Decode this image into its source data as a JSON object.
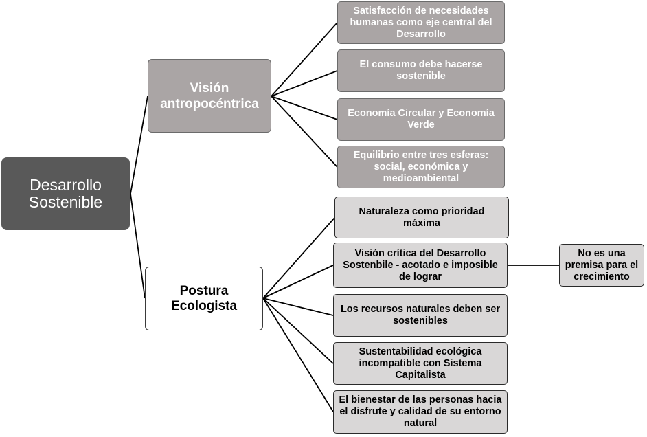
{
  "root": {
    "label": "Desarrollo Sostenible"
  },
  "branches": [
    {
      "label": "Visión antropocéntrica",
      "children": [
        "Satisfacción de necesidades humanas como eje central del Desarrollo",
        "El consumo debe hacerse sostenible",
        "Economía Circular y Economía Verde",
        "Equilibrio entre tres esferas: social, económica y medioambiental"
      ]
    },
    {
      "label": "Postura Ecologista",
      "children": [
        "Naturaleza  como prioridad máxima",
        "Visión crítica del Desarrollo Sostenbile - acotado e imposible de lograr",
        "Los recursos naturales deben ser sostenibles",
        "Sustentabilidad ecológica incompatible con Sistema Capitalista",
        "El bienestar de las personas hacia el disfrute y calidad de su entorno natural"
      ]
    }
  ],
  "extra": {
    "label": "No es una premisa para el crecimiento"
  },
  "colors": {
    "root_fill": "#595959",
    "branch1_fill": "#aaa5a5",
    "branch2_fill": "#ffffff",
    "leaf_a_fill": "#aaa5a5",
    "leaf_b_fill": "#d9d7d7",
    "connector": "#000000"
  }
}
